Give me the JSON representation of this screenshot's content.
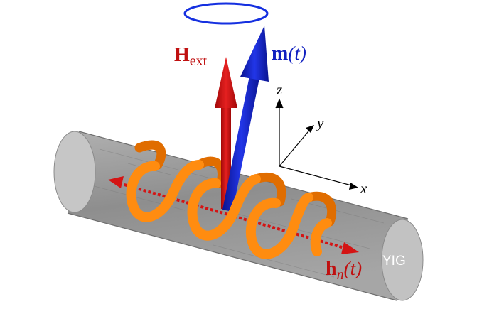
{
  "labels": {
    "h_ext_main": "H",
    "h_ext_sub": "ext",
    "m_main": "m",
    "m_arg": "(t)",
    "hn_main": "h",
    "hn_sub": "n",
    "hn_arg": "(t)",
    "material": "YIG"
  },
  "axes": {
    "x": "x",
    "y": "y",
    "z": "z"
  },
  "colors": {
    "h_ext_arrow": "#d41414",
    "m_arrow": "#1020d0",
    "precession_orbit": "#1530e0",
    "coil": "#ff8a10",
    "hn_arrow": "#d41414",
    "cylinder_body": "#9a9a9a",
    "cylinder_face": "#c4c4c4",
    "axes": "#000000"
  }
}
